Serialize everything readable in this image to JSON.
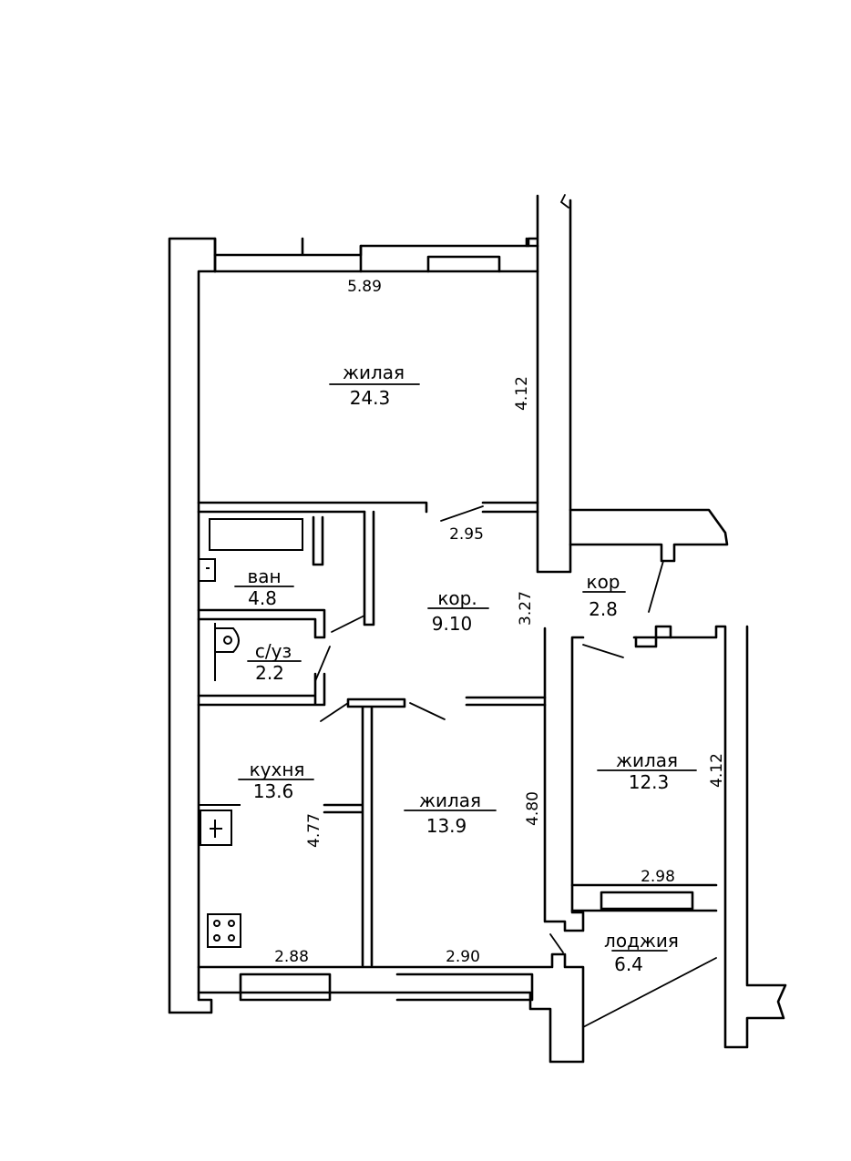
{
  "rooms": {
    "living_top": {
      "name": "жилая",
      "area": "24.3"
    },
    "bath": {
      "name": "ван",
      "area": "4.8"
    },
    "wc": {
      "name": "с/уз",
      "area": "2.2"
    },
    "corridor_main": {
      "name": "кор.",
      "area": "9.10"
    },
    "corridor_small": {
      "name": "кор",
      "area": "2.8"
    },
    "kitchen": {
      "name": "кухня",
      "area": "13.6"
    },
    "living_mid": {
      "name": "жилая",
      "area": "13.9"
    },
    "living_right": {
      "name": "жилая",
      "area": "12.3"
    },
    "loggia": {
      "name": "лоджия",
      "area": "6.4"
    }
  },
  "dimensions": {
    "top_width": "5.89",
    "top_height": "4.12",
    "corridor_width": "2.95",
    "corridor_side": "3.27",
    "kitchen_height": "4.77",
    "mid_height": "4.80",
    "right_height": "4.12",
    "right_width": "2.98",
    "kitchen_width": "2.88",
    "mid_width": "2.90"
  }
}
